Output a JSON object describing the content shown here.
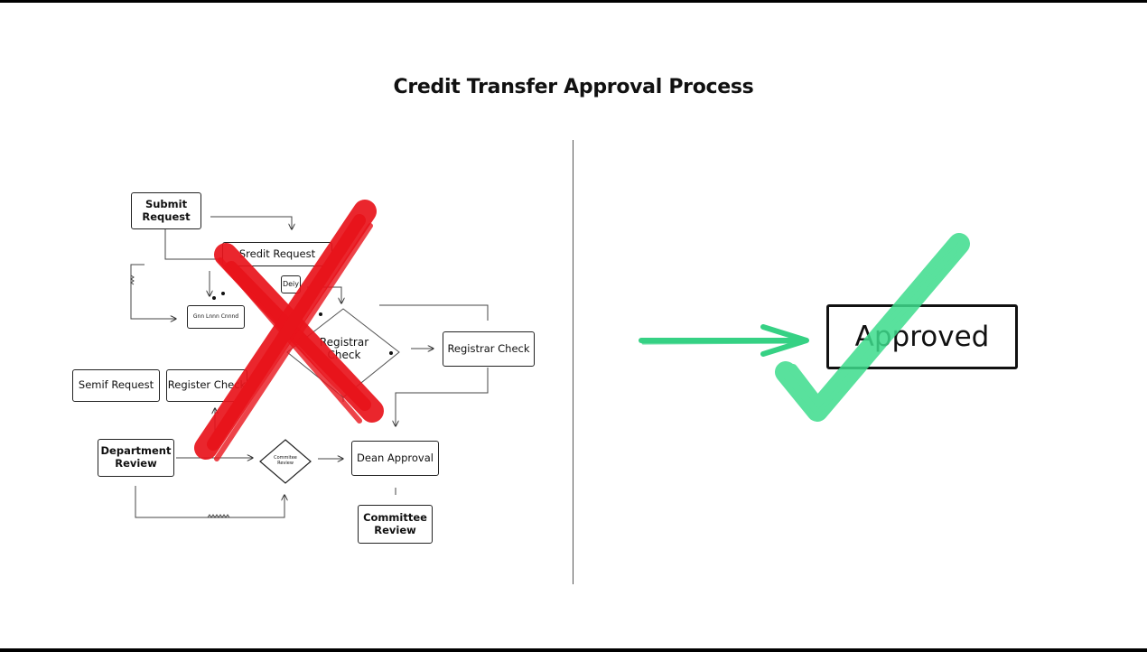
{
  "title": "Credit Transfer Approval Process",
  "old_process": {
    "nodes": {
      "submit_request": "Submit\nRequest",
      "credit_request": "Sredit Request",
      "small_label": "Deiy",
      "check_box": "Gnn Lnnn Cnnnd",
      "registrar_diamond": "Registrar\nCheck",
      "registrar_check": "Registrar Check",
      "semif_request": "Semif Request",
      "register_check": "Register Check",
      "department_review": "Department\nReview",
      "committee_diamond": "Commitee\nReview",
      "dean_approval": "Dean Approval",
      "committee_review": "Committee\nReview"
    },
    "cross_color": "#e8141b"
  },
  "new_process": {
    "result_label": "Approved",
    "arrow_color": "#36d184",
    "check_color": "#3ddc8c"
  }
}
